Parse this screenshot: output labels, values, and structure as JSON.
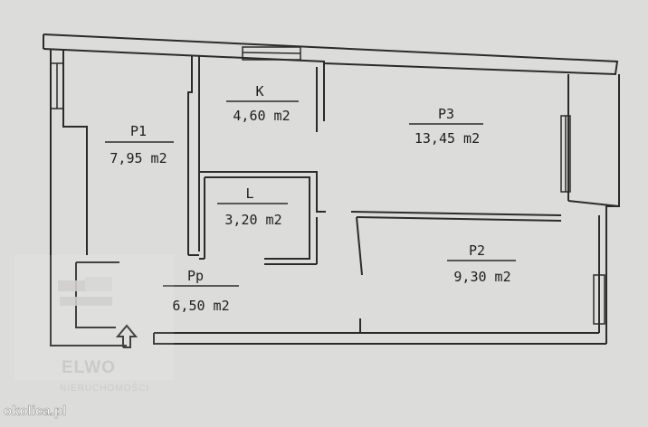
{
  "rooms": [
    {
      "id": "p1",
      "name": "P1",
      "area": "7,95 m2"
    },
    {
      "id": "k",
      "name": "K",
      "area": "4,60 m2"
    },
    {
      "id": "p3",
      "name": "P3",
      "area": "13,45 m2"
    },
    {
      "id": "l",
      "name": "L",
      "area": "3,20 m2"
    },
    {
      "id": "p2",
      "name": "P2",
      "area": "9,30 m2"
    },
    {
      "id": "pp",
      "name": "Pp",
      "area": "6,50 m2"
    }
  ],
  "watermark": {
    "brand": "ELWO",
    "subtitle": "NIERUCHOMOŚCI",
    "site": "okolica.pl"
  },
  "colors": {
    "background": "#dcdcda",
    "walls": "#2b2b2b",
    "text": "#1e1e1e"
  },
  "icons": {
    "entrance": "up-arrow-icon"
  }
}
